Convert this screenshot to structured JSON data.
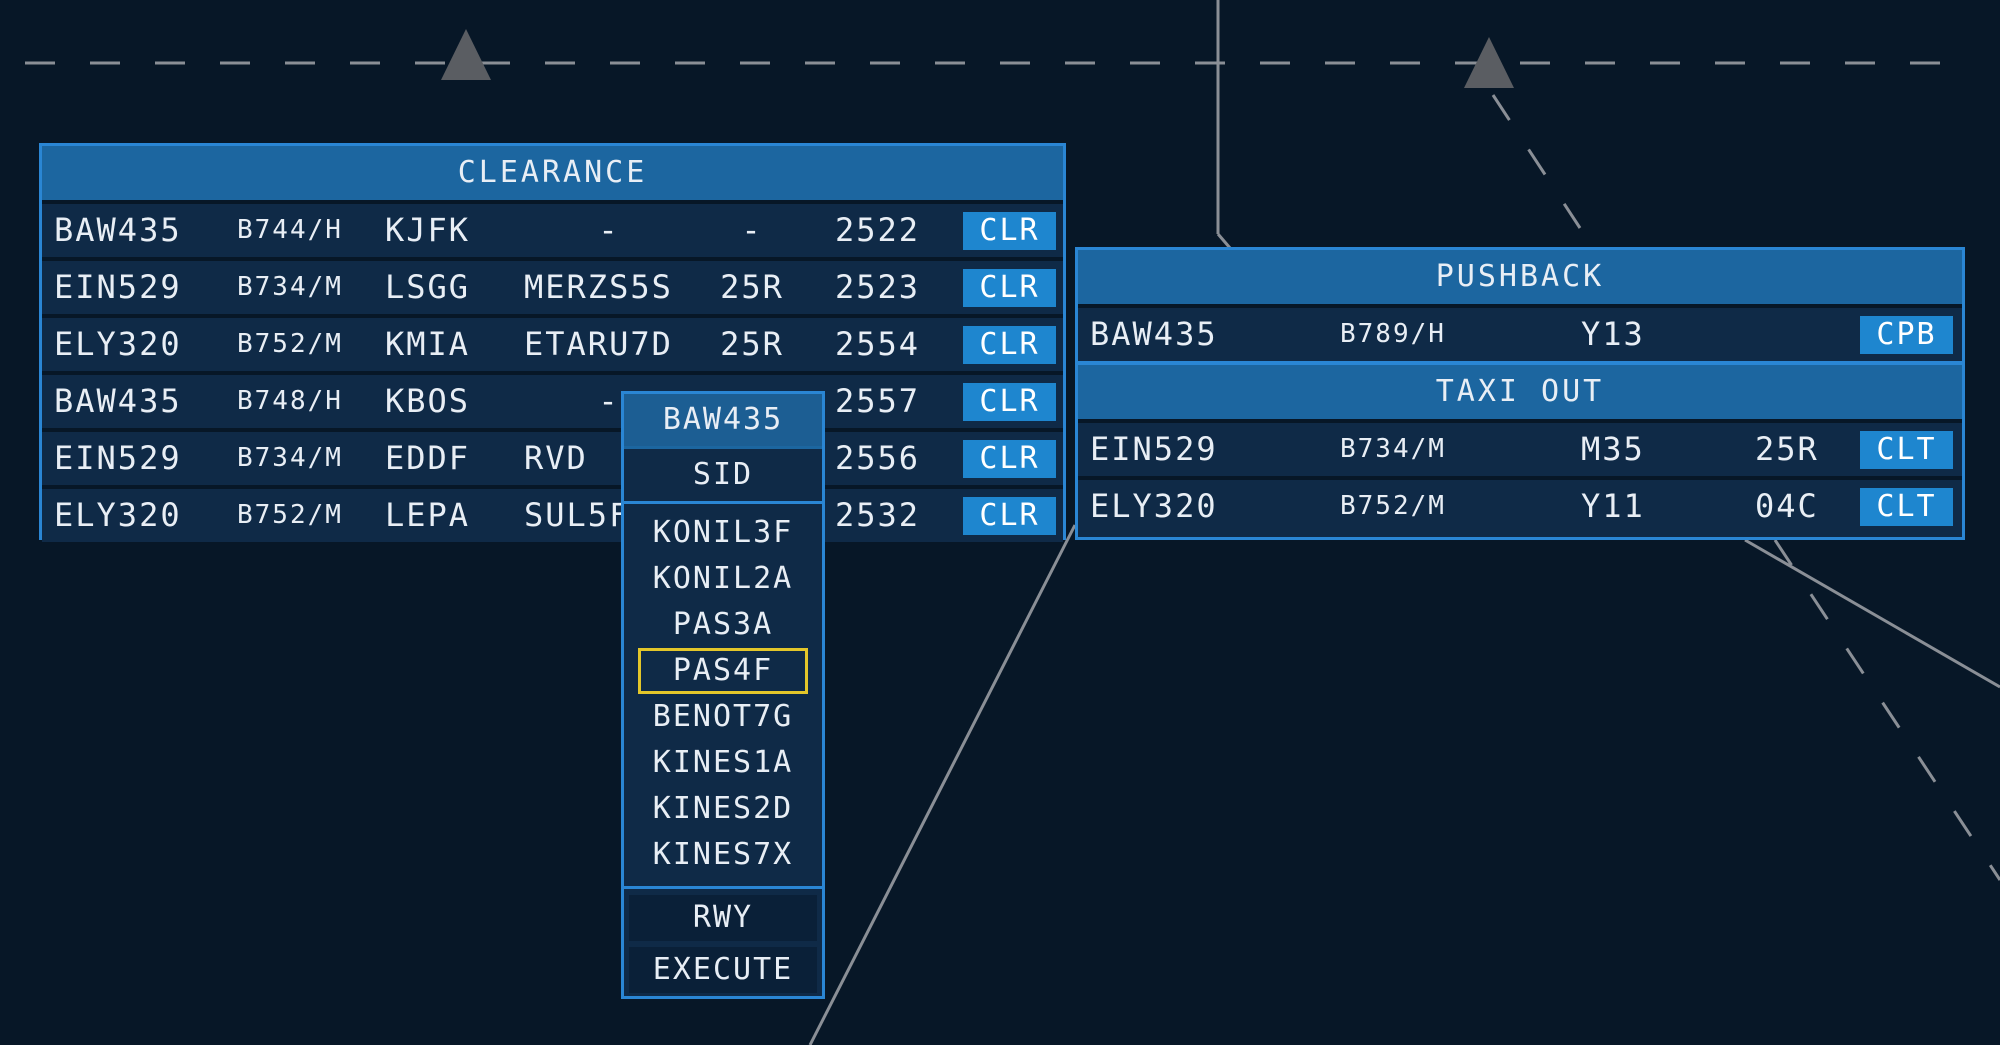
{
  "clearance": {
    "title": "CLEARANCE",
    "rows": [
      {
        "callsign": "BAW435",
        "type": "B744/H",
        "dest": "KJFK",
        "sid": "-",
        "rwy": "-",
        "squawk": "2522",
        "action": "CLR"
      },
      {
        "callsign": "EIN529",
        "type": "B734/M",
        "dest": "LSGG",
        "sid": "MERZS5S",
        "rwy": "25R",
        "squawk": "2523",
        "action": "CLR"
      },
      {
        "callsign": "ELY320",
        "type": "B752/M",
        "dest": "KMIA",
        "sid": "ETARU7D",
        "rwy": "25R",
        "squawk": "2554",
        "action": "CLR"
      },
      {
        "callsign": "BAW435",
        "type": "B748/H",
        "dest": "KBOS",
        "sid": "-",
        "rwy": "",
        "squawk": "2557",
        "action": "CLR"
      },
      {
        "callsign": "EIN529",
        "type": "B734/M",
        "dest": "EDDF",
        "sid": "RVD",
        "rwy": "",
        "squawk": "2556",
        "action": "CLR"
      },
      {
        "callsign": "ELY320",
        "type": "B752/M",
        "dest": "LEPA",
        "sid": "SUL5F",
        "rwy": "",
        "squawk": "2532",
        "action": "CLR"
      }
    ]
  },
  "pushback": {
    "title": "PUSHBACK",
    "rows": [
      {
        "callsign": "BAW435",
        "type": "B789/H",
        "stand": "Y13",
        "rwy": "",
        "action": "CPB"
      }
    ]
  },
  "taxi_out": {
    "title": "TAXI  OUT",
    "rows": [
      {
        "callsign": "EIN529",
        "type": "B734/M",
        "stand": "M35",
        "rwy": "25R",
        "action": "CLT"
      },
      {
        "callsign": "ELY320",
        "type": "B752/M",
        "stand": "Y11",
        "rwy": "04C",
        "action": "CLT"
      }
    ]
  },
  "sid_popup": {
    "callsign": "BAW435",
    "label": "SID",
    "options": [
      "KONIL3F",
      "KONIL2A",
      "PAS3A",
      "PAS4F",
      "BENOT7G",
      "KINES1A",
      "KINES2D",
      "KINES7X"
    ],
    "selected": "PAS4F",
    "rwy_button": "RWY",
    "execute_button": "EXECUTE"
  },
  "colors": {
    "background": "#071727",
    "panel_header": "#1c66a0",
    "panel_row": "#0f2a47",
    "button": "#1e86cf",
    "selection": "#e3c62a"
  }
}
